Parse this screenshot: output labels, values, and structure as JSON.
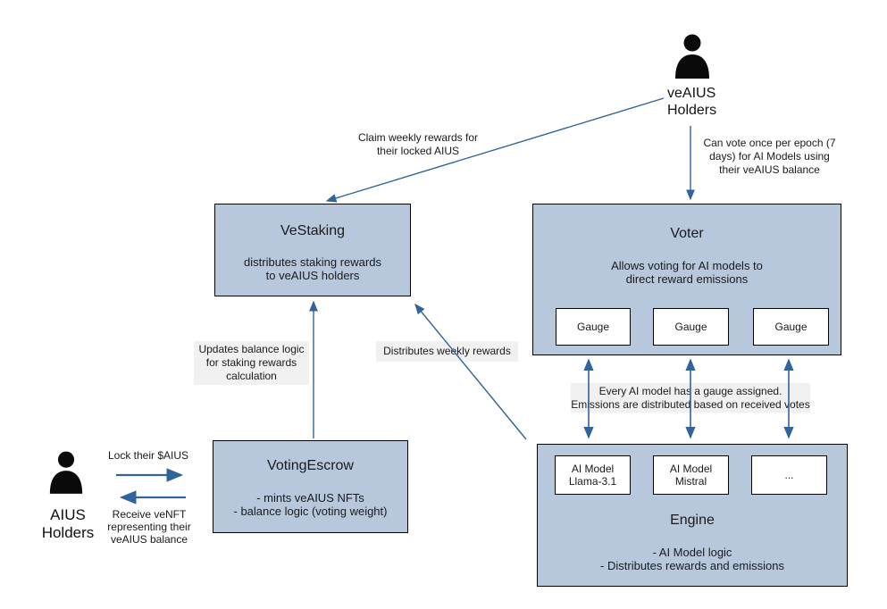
{
  "diagram": {
    "colors": {
      "box_fill": "#b7c8dd",
      "box_border": "#000000",
      "arrow": "#31639c",
      "label_bg": "#f1f1f1",
      "actor_icon": "#0a0a0a"
    },
    "actors": {
      "veaius": {
        "label": "veAIUS\nHolders"
      },
      "aius": {
        "label": "AIUS\nHolders"
      }
    },
    "nodes": {
      "vestaking": {
        "title": "VeStaking",
        "body": "distributes staking rewards\nto veAIUS holders"
      },
      "voter": {
        "title": "Voter",
        "body": "Allows voting for AI models to\ndirect reward emissions",
        "gauges": [
          "Gauge",
          "Gauge",
          "Gauge"
        ]
      },
      "votingescrow": {
        "title": "VotingEscrow",
        "body": "- mints veAIUS NFTs\n- balance logic (voting weight)"
      },
      "engine": {
        "title": "Engine",
        "body": "- AI Model logic\n- Distributes rewards and emissions",
        "models": [
          "AI Model\nLlama-3.1",
          "AI Model\nMistral",
          "..."
        ]
      }
    },
    "labels": {
      "claim": "Claim weekly rewards for\ntheir locked AIUS",
      "vote": "Can vote once per epoch (7\ndays)  for AI Models using\ntheir veAIUS balance",
      "updates": "Updates balance logic\nfor staking rewards\ncalculation",
      "distributes": "Distributes weekly rewards",
      "gauge_assign": "Every AI model has a gauge assigned.\nEmissions are distributed based on received votes",
      "lock": "Lock their $AIUS",
      "receive": "Receive veNFT\nrepresenting their\nveAIUS balance"
    }
  }
}
